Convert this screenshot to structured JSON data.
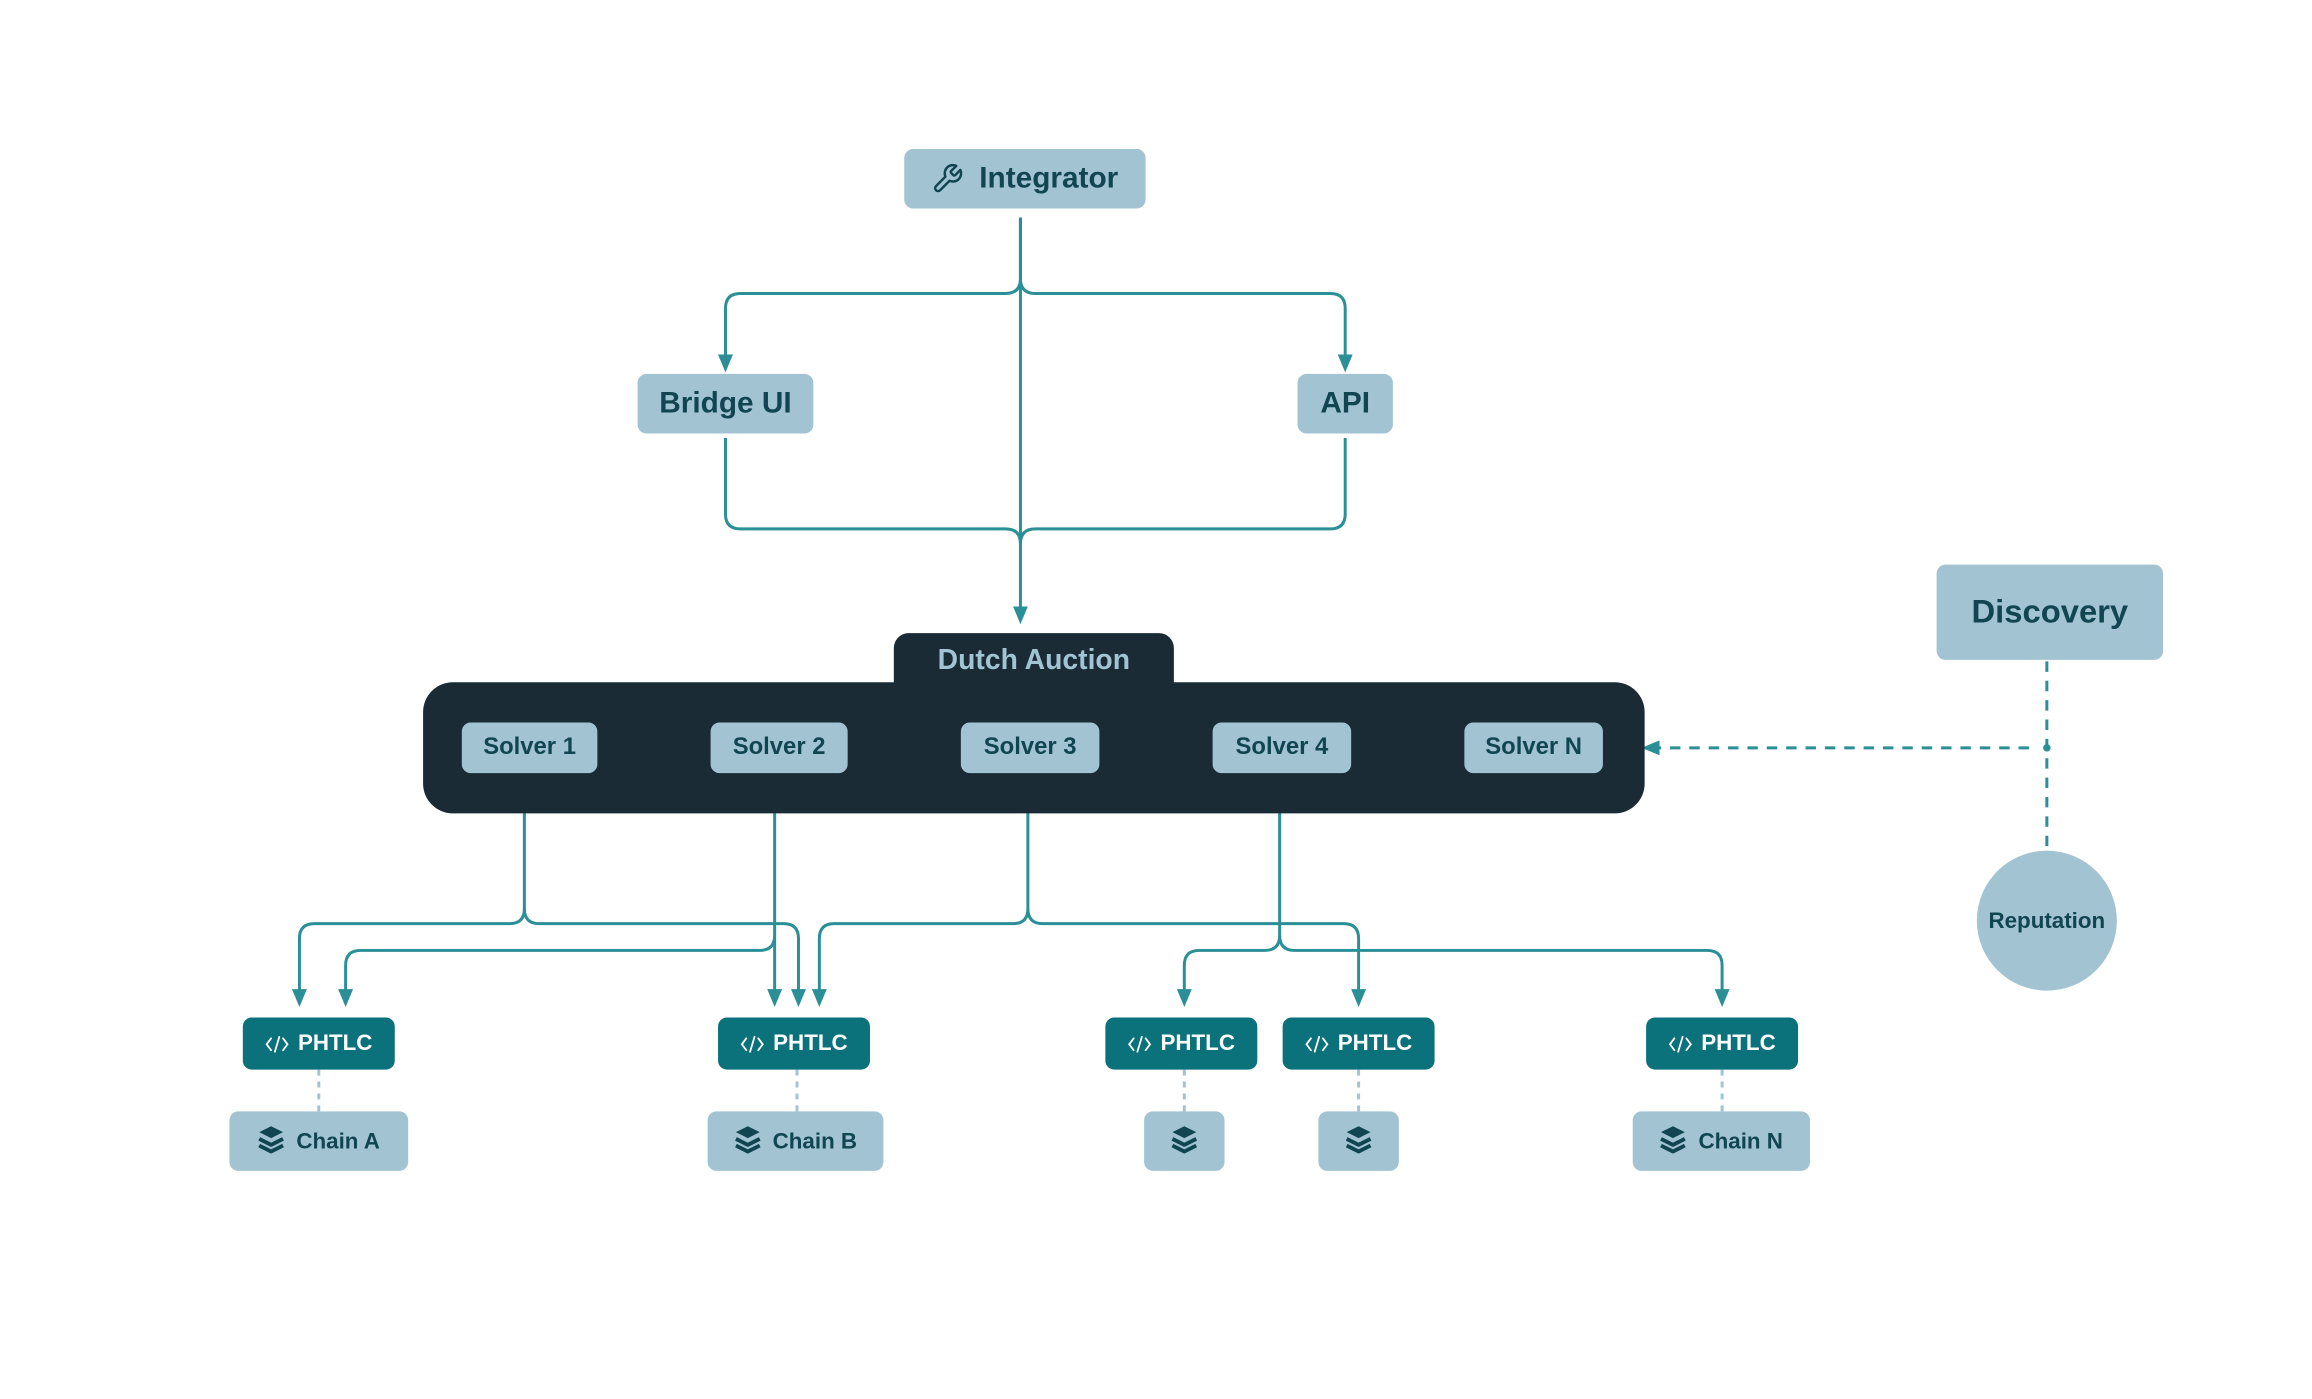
{
  "nodes": {
    "integrator": "Integrator",
    "bridge_ui": "Bridge UI",
    "api": "API",
    "auction": "Dutch Auction",
    "discovery": "Discovery",
    "reputation": "Reputation"
  },
  "solvers": [
    "Solver 1",
    "Solver 2",
    "Solver 3",
    "Solver 4",
    "Solver N"
  ],
  "contracts": [
    "PHTLC",
    "PHTLC",
    "PHTLC",
    "PHTLC",
    "PHTLC"
  ],
  "chains": [
    "Chain A",
    "Chain B",
    "",
    "",
    "Chain N"
  ],
  "colors": {
    "node_light": "#a2c4d2",
    "node_text": "#114552",
    "contract": "#0b727c",
    "panel": "#1a2b36",
    "connector": "#2a8f97"
  },
  "icons": {
    "integrator": "wrench-icon",
    "contract": "code-icon",
    "chain": "layers-icon"
  }
}
